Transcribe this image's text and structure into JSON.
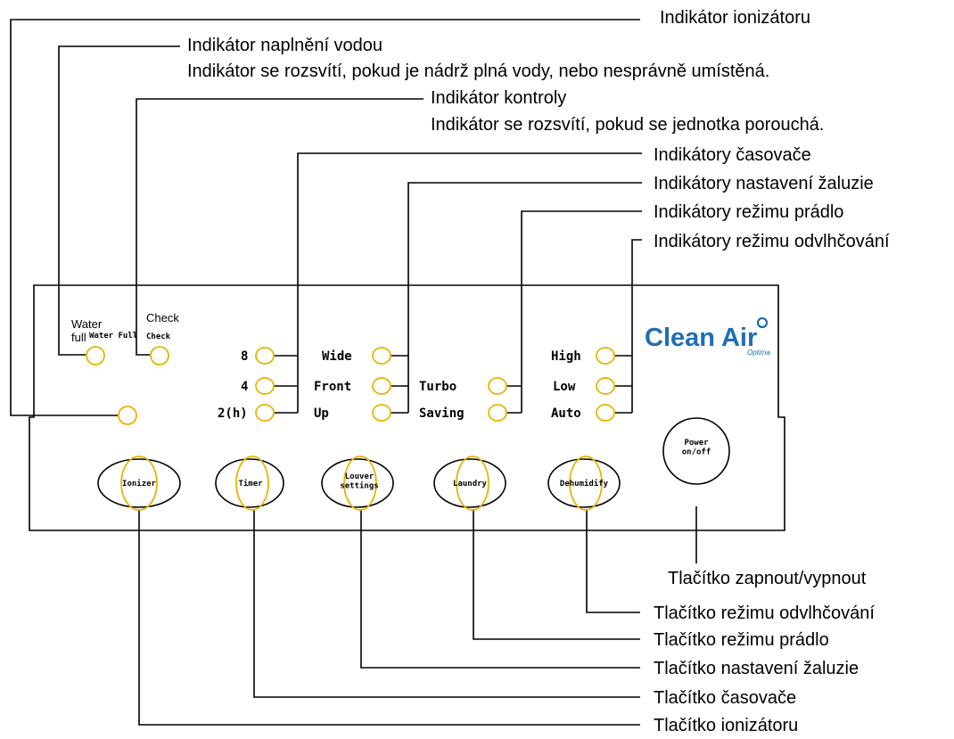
{
  "callouts": {
    "ionizer_indicator": "Indikátor ionizátoru",
    "water_full_indicator": "Indikátor naplnění vodou",
    "water_full_note": "Indikátor se rozsvítí, pokud je nádrž plná vody, nebo nesprávně umístěná.",
    "check_indicator": "Indikátor kontroly",
    "check_note": "Indikátor se rozsvítí, pokud se jednotka porouchá.",
    "timer_indicators": "Indikátory časovače",
    "louver_indicators": "Indikátory nastavení žaluzie",
    "laundry_indicators": "Indikátory režimu prádlo",
    "dehumidify_indicators": "Indikátory režimu odvlhčování",
    "power_button": "Tlačítko zapnout/vypnout",
    "dehumidify_button": "Tlačítko režimu odvlhčování",
    "laundry_button": "Tlačítko režimu prádlo",
    "louver_button": "Tlačítko nastavení žaluzie",
    "timer_button": "Tlačítko časovače",
    "ionizer_button": "Tlačítko ionizátoru"
  },
  "panel": {
    "water_full_overlay": "Water\nfull",
    "water_full_print": "Water Full",
    "check_overlay": "Check",
    "check_print": "Check",
    "timer_labels": [
      "8",
      "4",
      "2(h)"
    ],
    "louver_labels": [
      "Wide",
      "Front",
      "Up"
    ],
    "laundry_labels": [
      "Turbo",
      "Saving"
    ],
    "dehumidify_labels": [
      "High",
      "Low",
      "Auto"
    ],
    "buttons": {
      "ionizer": "Ionizer",
      "timer": "Timer",
      "louver": "Louver\nsettings",
      "laundry": "Laundry",
      "dehumidify": "Dehumidify",
      "power": "Power\non/off"
    }
  },
  "logo": {
    "brand": "Clean Air",
    "sub": "Optima",
    "color": "#1e6fb5"
  }
}
